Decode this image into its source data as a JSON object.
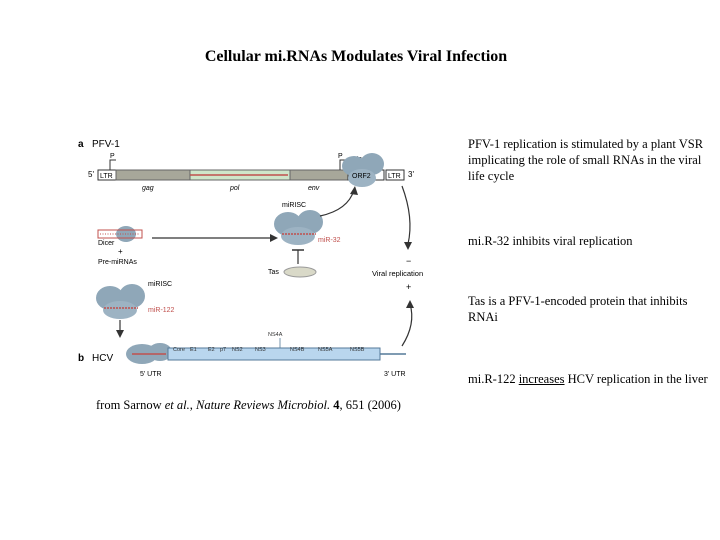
{
  "slide": {
    "title": "Cellular mi.RNAs Modulates Viral Infection",
    "notes": [
      "PFV-1 replication is stimulated by a plant VSR implicating the role of small RNAs in the viral life cycle",
      "mi.R-32 inhibits viral replication",
      "Tas is a PFV-1-encoded protein that inhibits RNAi"
    ],
    "note4": {
      "pre": "mi.R-122 ",
      "underlined": "increases",
      "post": " HCV replication in the liver"
    },
    "citation": {
      "prefix": "from Sarnow ",
      "italic1": "et al.",
      "sep": ", ",
      "journal": "Nature Reviews Microbiol.",
      "vol": " 4",
      "rest": ", 651 (2006)"
    }
  },
  "figure": {
    "panel_a": "a",
    "panel_a_label": "PFV-1",
    "panel_b": "b",
    "panel_b_label": "HCV",
    "five_prime": "5'",
    "three_prime": "3'",
    "ltr": "LTR",
    "gag": "gag",
    "pol": "pol",
    "env": "env",
    "p": "P",
    "tas": "tas",
    "orf2": "ORF2",
    "dicer": "Dicer",
    "plus": "+",
    "minus": "−",
    "pre_mirnas": "Pre-miRNAs",
    "mirisc": "miRISC",
    "mir32": "miR-32",
    "tas_protein": "Tas",
    "viral_replication": "Viral replication",
    "mir122": "miR-122",
    "hcv_utr5": "5' UTR",
    "hcv_utr3": "3' UTR",
    "genes": [
      "Core",
      "E1",
      "E2",
      "p7",
      "NS2",
      "NS3",
      "NS4B",
      "NS5A",
      "NS5B"
    ],
    "ns4a": "NS4A",
    "colors": {
      "green": "#cfe6c9",
      "gray": "#a7a79a",
      "red": "#c0504d",
      "blue": "#b9d6ee",
      "complex": "#8fa7b8"
    }
  }
}
